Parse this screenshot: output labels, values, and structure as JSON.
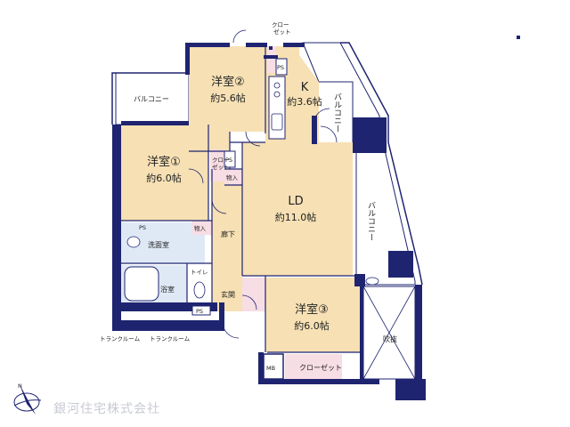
{
  "rooms": {
    "western2": {
      "name": "洋室②",
      "area": "約5.6帖"
    },
    "kitchen": {
      "name": "K",
      "area": "約3.6帖"
    },
    "western1": {
      "name": "洋室①",
      "area": "約6.0帖"
    },
    "ld": {
      "name": "LD",
      "area": "約11.0帖"
    },
    "western3": {
      "name": "洋室③",
      "area": "約6.0帖"
    },
    "washroom": "洗面室",
    "bath": "浴室",
    "toilet": "トイレ",
    "hallway": "廊下",
    "entrance": "玄関",
    "void": "吹抜",
    "mb": "MB"
  },
  "labels": {
    "closet_top_1": "クロー",
    "closet_top_2": "ゼット",
    "closet_mid_1": "クロー",
    "closet_mid_2": "ゼット",
    "closet_bottom": "クローゼット",
    "storage_1": "物入",
    "storage_2": "物入",
    "ps_1": "PS",
    "ps_2": "PS",
    "ps_3": "PS",
    "ps_4": "PS",
    "balcony_left": "バルコニー",
    "balcony_right_top": "バルコニー",
    "balcony_right": "バルコニー",
    "trunk_room_1": "トランクルーム",
    "trunk_room_2": "トランクルーム",
    "compass": "N"
  },
  "brand": "銀河住宅株式会社",
  "colors": {
    "wall": "#1f2470",
    "floor_wood": "#f6e0b4",
    "floor_wet": "#dfe9f6",
    "floor_entry": "#ffffff",
    "floor_closet": "#f7dde4",
    "floor_balcony": "#ffffff"
  }
}
